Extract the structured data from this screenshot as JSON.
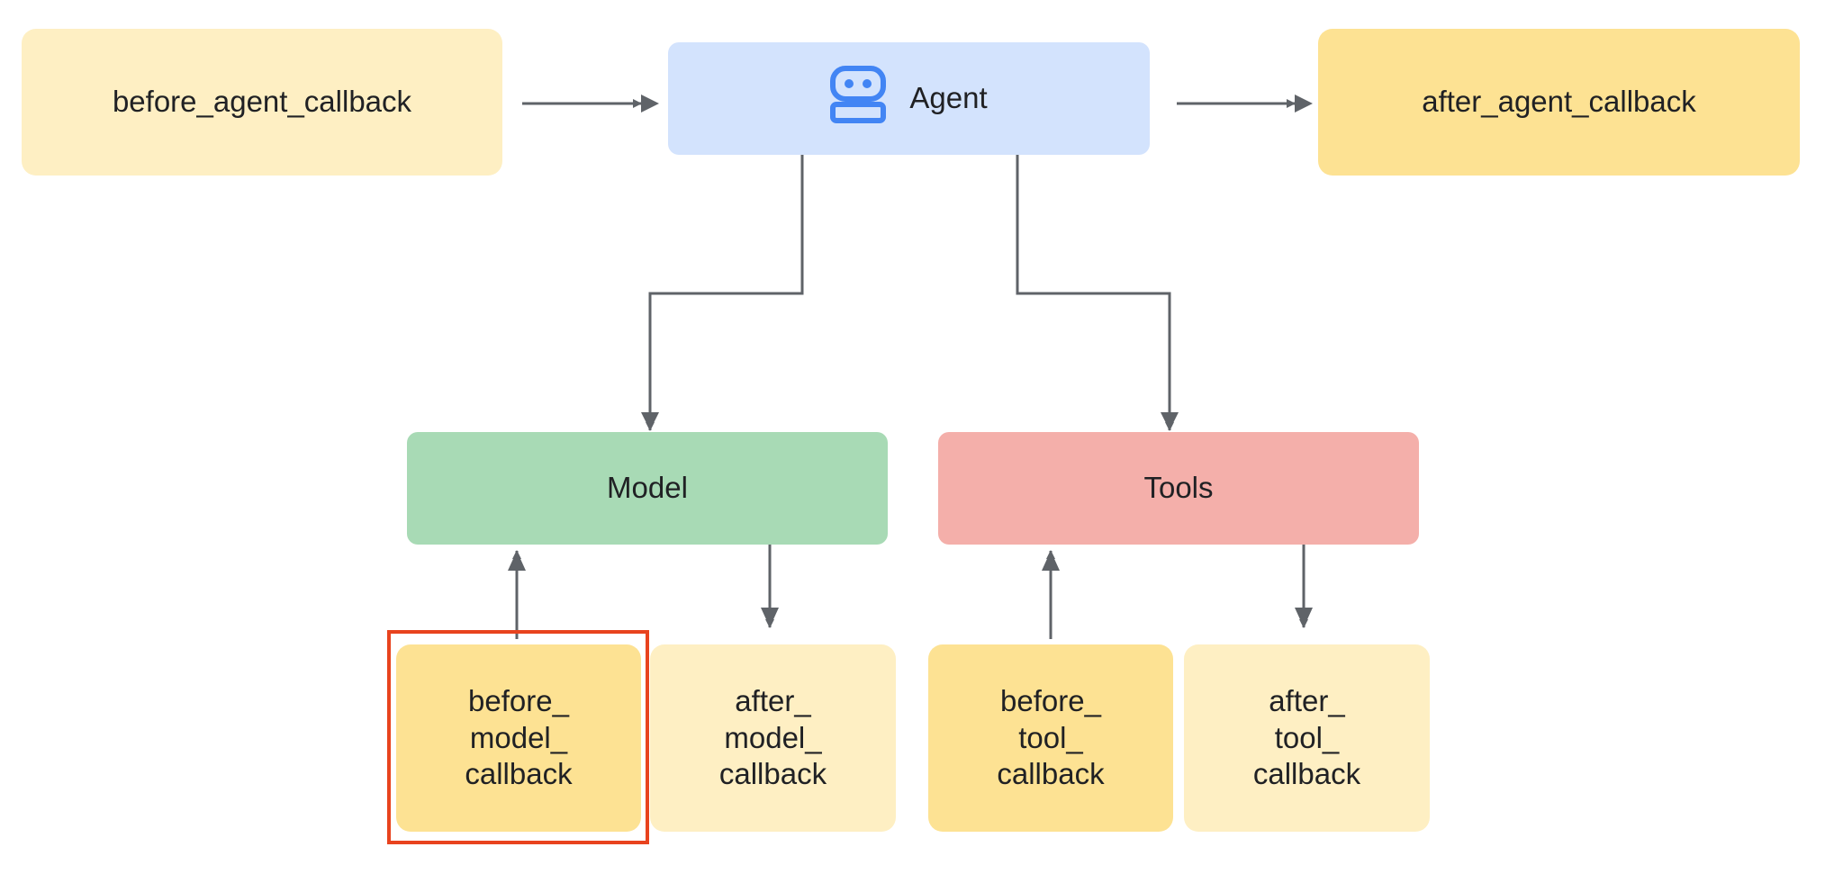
{
  "colors": {
    "agent": "#d3e3fd",
    "agent_icon": "#4285f4",
    "model": "#a8dab5",
    "tools": "#f4afaa",
    "callback_light": "#feefc3",
    "callback_strong": "#fde293",
    "arrow": "#5f6368",
    "highlight_border": "#e8431e"
  },
  "nodes": {
    "agent": {
      "label": "Agent",
      "icon": "robot-icon"
    },
    "before_agent_callback": {
      "label": "before_agent_callback"
    },
    "after_agent_callback": {
      "label": "after_agent_callback"
    },
    "model": {
      "label": "Model"
    },
    "tools": {
      "label": "Tools"
    },
    "before_model_callback": {
      "label": "before_\nmodel_\ncallback",
      "highlighted": true
    },
    "after_model_callback": {
      "label": "after_\nmodel_\ncallback"
    },
    "before_tool_callback": {
      "label": "before_\ntool_\ncallback"
    },
    "after_tool_callback": {
      "label": "after_\ntool_\ncallback"
    }
  }
}
